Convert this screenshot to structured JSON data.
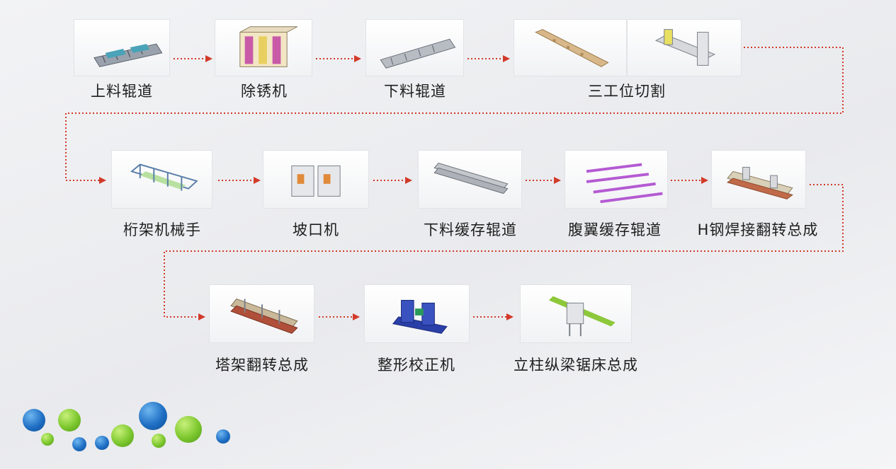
{
  "steps": [
    {
      "label": "上料辊道",
      "icon": "roller-conveyor-icon",
      "accent": "#4aa3b8"
    },
    {
      "label": "除锈机",
      "icon": "rust-removal-machine-icon",
      "accent": "#c85aa8"
    },
    {
      "label": "下料辊道",
      "icon": "roller-conveyor-icon",
      "accent": "#7a7f88"
    },
    {
      "label": "三工位切割",
      "icon": "cutting-station-icon",
      "accent": "#c8a070"
    },
    {
      "label": "桁架机械手",
      "icon": "gantry-manipulator-icon",
      "accent": "#5a7fa8"
    },
    {
      "label": "坡口机",
      "icon": "beveling-machine-icon",
      "accent": "#e08a3a"
    },
    {
      "label": "下料缓存辊道",
      "icon": "buffer-conveyor-icon",
      "accent": "#7a7f88"
    },
    {
      "label": "腹翼缓存辊道",
      "icon": "web-flange-buffer-icon",
      "accent": "#b45ad2"
    },
    {
      "label": "H钢焊接翻转总成",
      "icon": "h-beam-welding-icon",
      "accent": "#c06a4a"
    },
    {
      "label": "塔架翻转总成",
      "icon": "tower-flip-icon",
      "accent": "#b0503a"
    },
    {
      "label": "整形校正机",
      "icon": "straightening-machine-icon",
      "accent": "#2a3fa8"
    },
    {
      "label": "立柱纵梁锯床总成",
      "icon": "sawing-machine-icon",
      "accent": "#8cc83a"
    }
  ]
}
